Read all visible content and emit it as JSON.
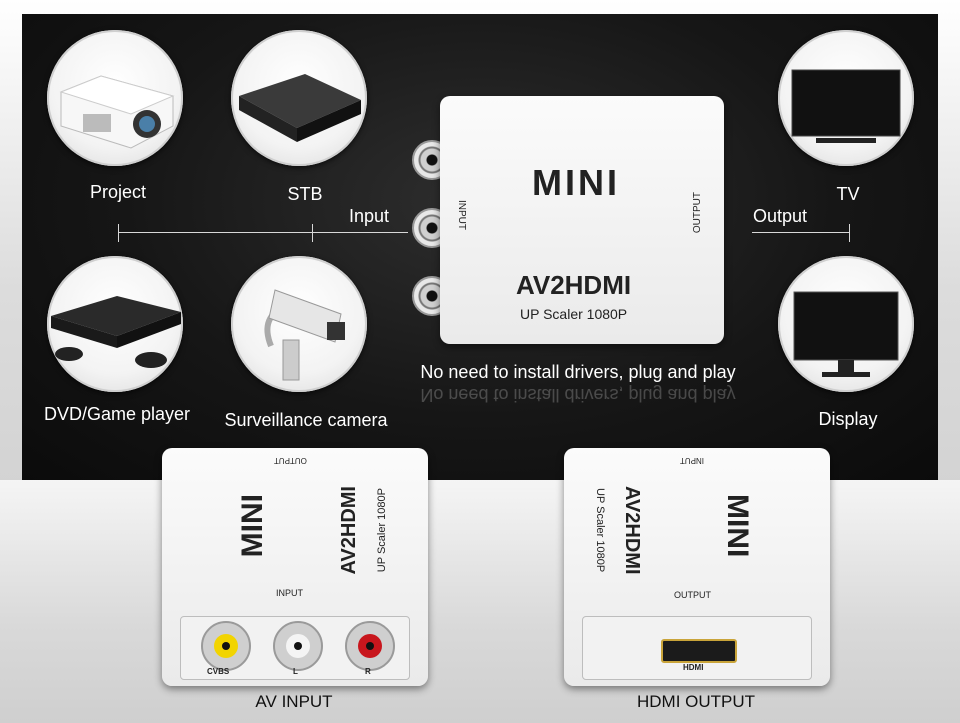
{
  "top": {
    "sources": [
      {
        "label": "Project",
        "icon": "projector-icon"
      },
      {
        "label": "STB",
        "icon": "set-top-box-icon"
      },
      {
        "label": "DVD/Game player",
        "icon": "game-console-icon"
      },
      {
        "label": "Surveillance camera",
        "icon": "security-camera-icon"
      }
    ],
    "outputs": [
      {
        "label": "TV",
        "icon": "tv-icon"
      },
      {
        "label": "Display",
        "icon": "monitor-icon"
      }
    ],
    "input_label": "Input",
    "output_label": "Output",
    "tagline": "No need to install drivers, plug and play",
    "device": {
      "brand": "MINI",
      "model": "AV2HDMI",
      "subtitle": "UP Scaler 1080P",
      "side_input": "INPUT",
      "side_output": "OUTPUT"
    }
  },
  "bottom": {
    "left": {
      "brand": "MINI",
      "model": "AV2HDMI",
      "subtitle": "UP Scaler 1080P",
      "top_label": "OUTPUT",
      "panel_label": "INPUT",
      "jacks": [
        {
          "label": "CVBS",
          "color": "#f2d400"
        },
        {
          "label": "L",
          "color": "#f4f4f4"
        },
        {
          "label": "R",
          "color": "#c8161d"
        }
      ],
      "caption": "AV INPUT"
    },
    "right": {
      "brand": "MINI",
      "model": "AV2HDMI",
      "subtitle": "UP Scaler 1080P",
      "top_label": "INPUT",
      "panel_label": "OUTPUT",
      "port_label": "HDMI",
      "caption": "HDMI OUTPUT"
    }
  }
}
